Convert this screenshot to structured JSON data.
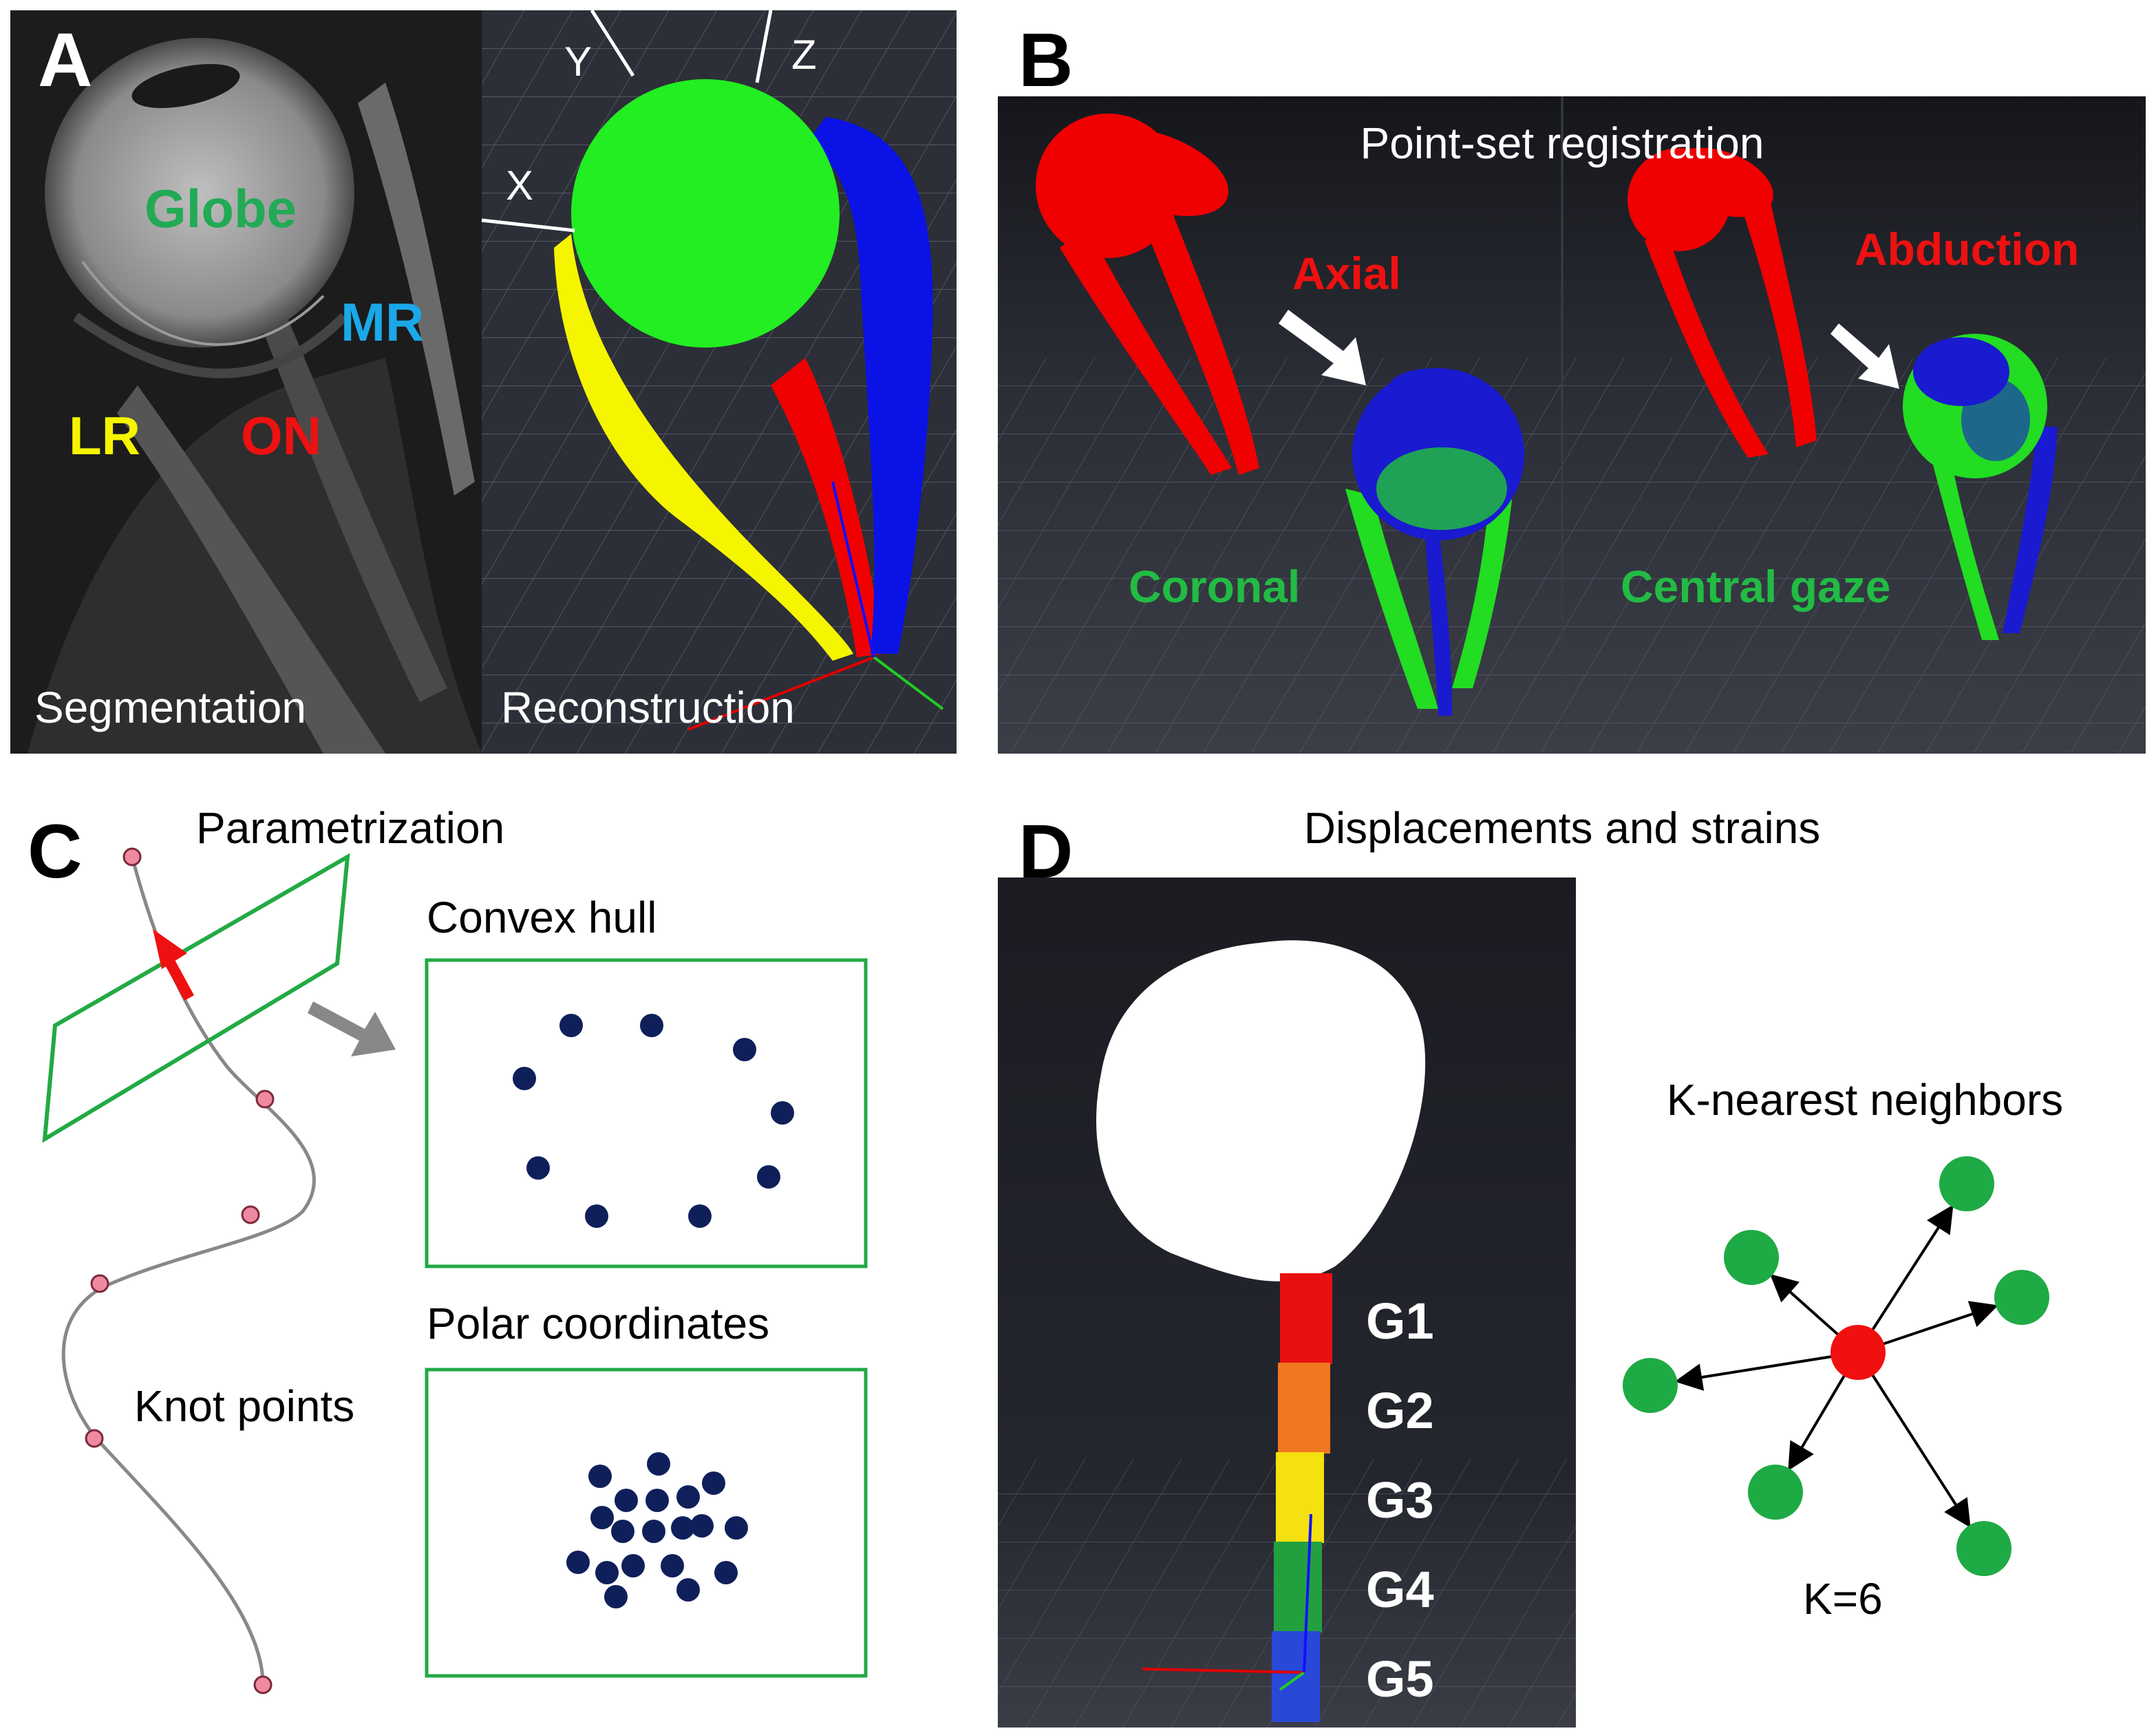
{
  "panels": {
    "a": {
      "letter": "A",
      "mri_labels": {
        "globe": "Globe",
        "mr": "MR",
        "lr": "LR",
        "on": "ON"
      },
      "left_caption": "Segmentation",
      "right_caption": "Reconstruction",
      "axes": {
        "x": "X",
        "y": "Y",
        "z": "Z"
      }
    },
    "b": {
      "letter": "B",
      "title": "Point-set registration",
      "left_red": "Axial",
      "left_green": "Coronal",
      "right_red": "Abduction",
      "right_green": "Central gaze"
    },
    "c": {
      "letter": "C",
      "title": "Parametrization",
      "convex_hull": "Convex hull",
      "polar_coordinates": "Polar coordinates",
      "knot_points": "Knot points"
    },
    "d": {
      "letter": "D",
      "title": "Displacements and strains",
      "groups": [
        "G1",
        "G2",
        "G3",
        "G4",
        "G5"
      ],
      "knn_title": "K-nearest neighbors",
      "k_label": "K=6"
    }
  },
  "colors": {
    "globe": "#22ee22",
    "mr": "#0a12e6",
    "lr": "#f5f500",
    "on": "#f00000",
    "point_blue": "#1a1ad0",
    "point_green": "#22dd22",
    "frame_green": "#22aa44",
    "dot_navy": "#0f1f5a",
    "knn_green": "#1eaa44",
    "knn_red": "#f01010",
    "knot_pink": "#f08aa0",
    "group_colors": [
      "#e81010",
      "#f07820",
      "#f5e010",
      "#22a040",
      "#2848d8"
    ]
  }
}
